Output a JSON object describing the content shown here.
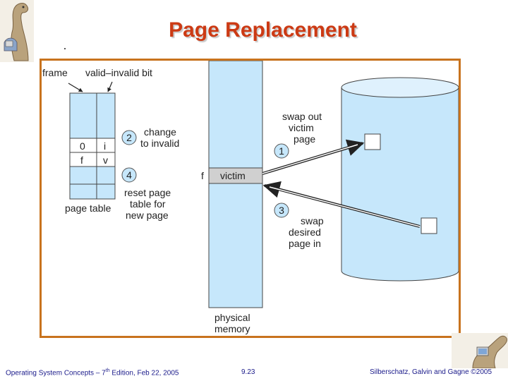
{
  "slide": {
    "title": "Page Replacement"
  },
  "diagram": {
    "labels": {
      "frame": "frame",
      "valid_invalid_bit": "valid–invalid bit",
      "page_table": "page table",
      "physical_memory_line1": "physical",
      "physical_memory_line2": "memory",
      "victim": "victim",
      "f_marker": "f"
    },
    "page_table_rows": [
      {
        "frame": "0",
        "bit": "i"
      },
      {
        "frame": "f",
        "bit": "v"
      }
    ],
    "steps": [
      {
        "number": "1",
        "lines": [
          "swap out",
          "victim",
          "page"
        ]
      },
      {
        "number": "2",
        "lines": [
          "change",
          "to invalid"
        ]
      },
      {
        "number": "3",
        "lines": [
          "swap",
          "desired",
          "page in"
        ]
      },
      {
        "number": "4",
        "lines": [
          "reset page",
          "table for",
          "new page"
        ]
      }
    ]
  },
  "footer": {
    "left_prefix": "Operating System Concepts – 7",
    "left_sup": "th",
    "left_suffix": " Edition, Feb 22, 2005",
    "center": "9.23",
    "right": "Silberschatz, Galvin and Gagne ©2005"
  },
  "colors": {
    "title": "#cc3a14",
    "frame_border": "#c8731e",
    "light_blue": "#c6e7fb",
    "footer_text": "#1a1a8a"
  }
}
